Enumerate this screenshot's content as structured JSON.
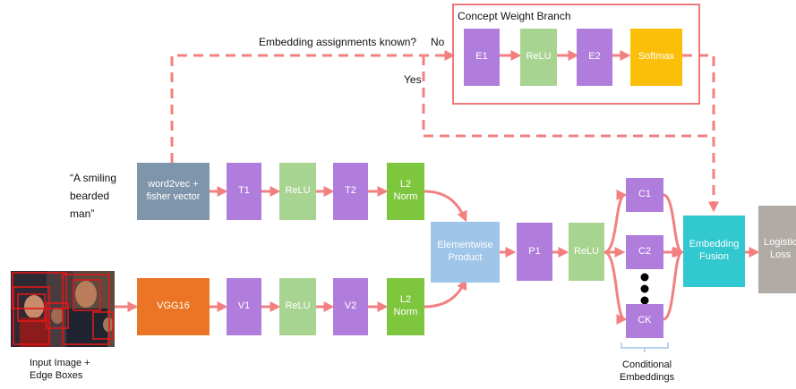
{
  "colors": {
    "arrow": "#f28080",
    "purple": "#b07ddc",
    "green": "#a8d491",
    "lime": "#7fc63f",
    "slate": "#7f95ab",
    "orange": "#ec7525",
    "yellow": "#fbbf0a",
    "light_blue": "#9fc5e8",
    "cyan": "#31c8d0",
    "grey": "#b1aba6"
  },
  "branch": {
    "title": "Concept Weight Branch",
    "e1": "E1",
    "relu": "ReLU",
    "e2": "E2",
    "softmax": "Softmax"
  },
  "question": {
    "text": "Embedding assignments known?",
    "no": "No",
    "yes": "Yes"
  },
  "text_input": {
    "line1": "“A smiling",
    "line2": "bearded",
    "line3": "man”"
  },
  "text_branch": {
    "encoder_line1": "word2vec +",
    "encoder_line2": "fisher vector",
    "t1": "T1",
    "relu": "ReLU",
    "t2": "T2",
    "norm_line1": "L2",
    "norm_line2": "Norm"
  },
  "image_branch": {
    "encoder": "VGG16",
    "v1": "V1",
    "relu": "ReLU",
    "v2": "V2",
    "norm_line1": "L2",
    "norm_line2": "Norm"
  },
  "image_input": {
    "caption_line1": "Input Image +",
    "caption_line2": "Edge Boxes"
  },
  "fusion": {
    "product_line1": "Elementwise",
    "product_line2": "Product",
    "p1": "P1",
    "relu": "ReLU",
    "c1": "C1",
    "c2": "C2",
    "ck": "CK",
    "embedding_line1": "Embedding",
    "embedding_line2": "Fusion",
    "loss_line1": "Logistic",
    "loss_line2": "Loss"
  },
  "conditional": {
    "line1": "Conditional",
    "line2": "Embeddings"
  }
}
